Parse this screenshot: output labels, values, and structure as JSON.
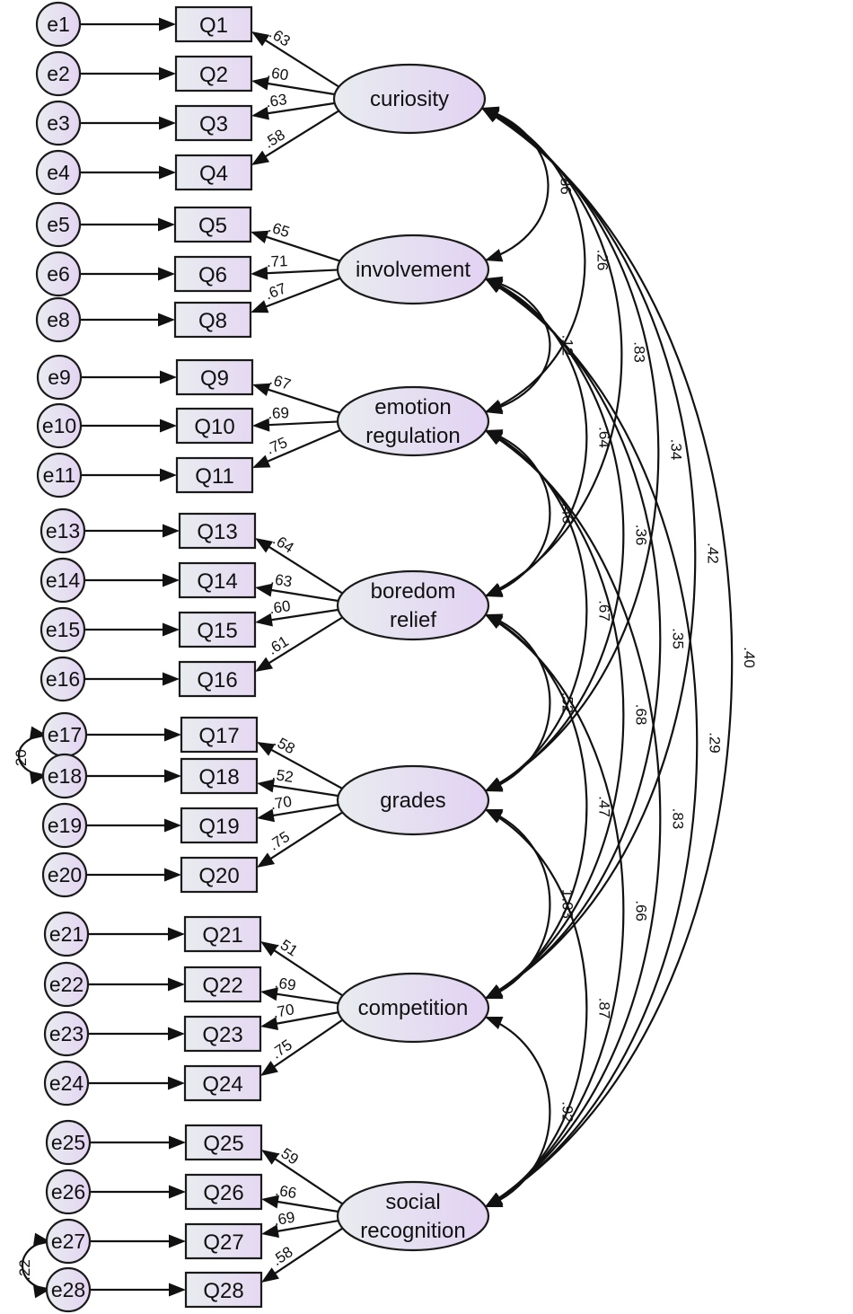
{
  "diagram": {
    "type": "structural-equation-model",
    "factors": [
      {
        "id": "curiosity",
        "lines": [
          "curiosity"
        ],
        "items": [
          {
            "q": "Q1",
            "e": "e1",
            "loading": ".63"
          },
          {
            "q": "Q2",
            "e": "e2",
            "loading": ".60"
          },
          {
            "q": "Q3",
            "e": "e3",
            "loading": ".63"
          },
          {
            "q": "Q4",
            "e": "e4",
            "loading": ".58"
          }
        ]
      },
      {
        "id": "involvement",
        "lines": [
          "involvement"
        ],
        "items": [
          {
            "q": "Q5",
            "e": "e5",
            "loading": ".65"
          },
          {
            "q": "Q6",
            "e": "e6",
            "loading": ".71"
          },
          {
            "q": "Q8",
            "e": "e8",
            "loading": ".67"
          }
        ]
      },
      {
        "id": "emotion-regulation",
        "lines": [
          "emotion",
          "regulation"
        ],
        "items": [
          {
            "q": "Q9",
            "e": "e9",
            "loading": ".67"
          },
          {
            "q": "Q10",
            "e": "e10",
            "loading": ".69"
          },
          {
            "q": "Q11",
            "e": "e11",
            "loading": ".75"
          }
        ]
      },
      {
        "id": "boredom-relief",
        "lines": [
          "boredom",
          "relief"
        ],
        "items": [
          {
            "q": "Q13",
            "e": "e13",
            "loading": ".64"
          },
          {
            "q": "Q14",
            "e": "e14",
            "loading": ".63"
          },
          {
            "q": "Q15",
            "e": "e15",
            "loading": ".60"
          },
          {
            "q": "Q16",
            "e": "e16",
            "loading": ".61"
          }
        ]
      },
      {
        "id": "grades",
        "lines": [
          "grades"
        ],
        "items": [
          {
            "q": "Q17",
            "e": "e17",
            "loading": ".58"
          },
          {
            "q": "Q18",
            "e": "e18",
            "loading": ".52"
          },
          {
            "q": "Q19",
            "e": "e19",
            "loading": ".70"
          },
          {
            "q": "Q20",
            "e": "e20",
            "loading": ".75"
          }
        ]
      },
      {
        "id": "competition",
        "lines": [
          "competition"
        ],
        "items": [
          {
            "q": "Q21",
            "e": "e21",
            "loading": ".51"
          },
          {
            "q": "Q22",
            "e": "e22",
            "loading": ".69"
          },
          {
            "q": "Q23",
            "e": "e23",
            "loading": ".70"
          },
          {
            "q": "Q24",
            "e": "e24",
            "loading": ".75"
          }
        ]
      },
      {
        "id": "social-recognition",
        "lines": [
          "social",
          "recognition"
        ],
        "items": [
          {
            "q": "Q25",
            "e": "e25",
            "loading": ".59"
          },
          {
            "q": "Q26",
            "e": "e26",
            "loading": ".66"
          },
          {
            "q": "Q27",
            "e": "e27",
            "loading": ".69"
          },
          {
            "q": "Q28",
            "e": "e28",
            "loading": ".58"
          }
        ]
      }
    ],
    "error_covariances": [
      {
        "from": "e17",
        "to": "e18",
        "value": ".20"
      },
      {
        "from": "e27",
        "to": "e28",
        "value": ".22"
      }
    ],
    "factor_correlations": [
      {
        "from": "curiosity",
        "to": "involvement",
        "value": ".86"
      },
      {
        "from": "curiosity",
        "to": "emotion-regulation",
        "value": ".26"
      },
      {
        "from": "curiosity",
        "to": "boredom-relief",
        "value": ".83"
      },
      {
        "from": "curiosity",
        "to": "grades",
        "value": ".34"
      },
      {
        "from": "curiosity",
        "to": "competition",
        "value": ".42"
      },
      {
        "from": "curiosity",
        "to": "social-recognition",
        "value": ".40"
      },
      {
        "from": "involvement",
        "to": "emotion-regulation",
        "value": ".12"
      },
      {
        "from": "involvement",
        "to": "boredom-relief",
        "value": ".64"
      },
      {
        "from": "involvement",
        "to": "grades",
        "value": ".36"
      },
      {
        "from": "involvement",
        "to": "competition",
        "value": ".35"
      },
      {
        "from": "involvement",
        "to": "social-recognition",
        "value": ".29"
      },
      {
        "from": "emotion-regulation",
        "to": "boredom-relief",
        "value": ".46"
      },
      {
        "from": "emotion-regulation",
        "to": "grades",
        "value": ".67"
      },
      {
        "from": "emotion-regulation",
        "to": "competition",
        "value": ".68"
      },
      {
        "from": "emotion-regulation",
        "to": "social-recognition",
        "value": ".83"
      },
      {
        "from": "boredom-relief",
        "to": "grades",
        "value": ".52"
      },
      {
        "from": "boredom-relief",
        "to": "competition",
        "value": ".47"
      },
      {
        "from": "boredom-relief",
        "to": "social-recognition",
        "value": ".66"
      },
      {
        "from": "grades",
        "to": "competition",
        "value": "1.03"
      },
      {
        "from": "grades",
        "to": "social-recognition",
        "value": ".87"
      },
      {
        "from": "competition",
        "to": "social-recognition",
        "value": ".92"
      }
    ]
  }
}
